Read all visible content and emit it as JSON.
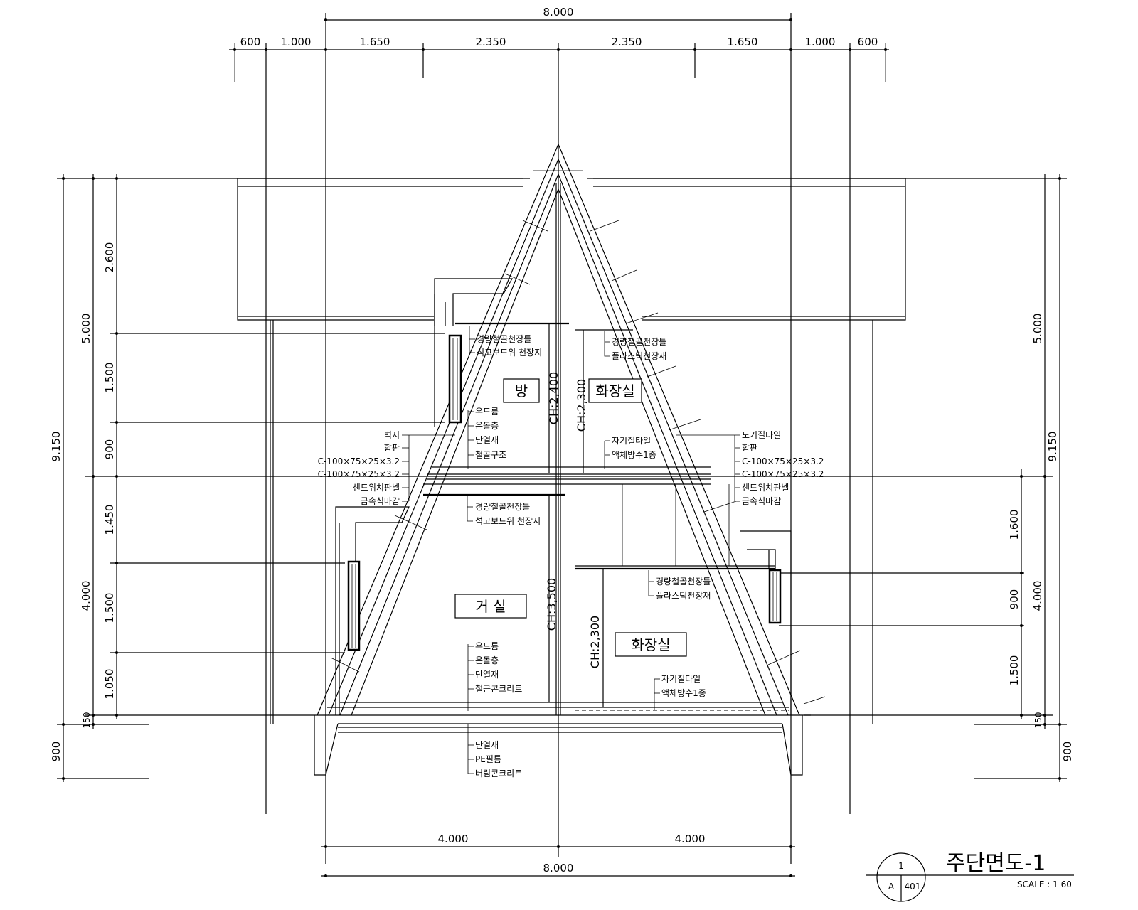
{
  "drawing": {
    "title": "주단면도-1",
    "scale": "SCALE : 1 60",
    "reference": {
      "number": "1",
      "sheet_prefix": "A",
      "sheet_number": "401"
    }
  },
  "dimensions": {
    "top_overall": "8.000",
    "top_segments": [
      "600",
      "1.000",
      "1.650",
      "2.350",
      "2.350",
      "1.650",
      "1.000",
      "600"
    ],
    "bottom_segments": [
      "4.000",
      "4.000"
    ],
    "bottom_overall": "8.000",
    "left_total": "9.150",
    "left_upper": "5.000",
    "left_lower": "4.000",
    "left_foundation": "900",
    "left_detail": [
      "2.600",
      "1.500",
      "900",
      "1.450",
      "1.500",
      "1.050",
      "150"
    ],
    "right_total": "9.150",
    "right_upper": "5.000",
    "right_lower": "4.000",
    "right_foundation": "900",
    "right_detail": [
      "1.600",
      "900",
      "1.500",
      "150"
    ]
  },
  "rooms": {
    "bedroom": "방",
    "bathroom_upper": "화장실",
    "living": "거  실",
    "bathroom_lower": "화장실"
  },
  "ceiling_heights": {
    "bedroom": "CH:2,400",
    "bathroom_upper": "CH:2,300",
    "living": "CH:3,500",
    "bathroom_lower": "CH:2,300"
  },
  "annotations": {
    "bedroom_ceiling": [
      "경량철골천장틀",
      "석고보드위 천장지"
    ],
    "bath_upper_ceiling": [
      "경량철골천장틀",
      "플라스틱천장재"
    ],
    "bedroom_floor": [
      "우드륨",
      "온돌층",
      "단열재",
      "철골구조"
    ],
    "bath_upper_floor": [
      "자기질타일",
      "액체방수1종"
    ],
    "left_wall": [
      "벽지",
      "합판",
      "C-100×75×25×3.2",
      "C-100×75×25×3.2",
      "샌드위치판넬",
      "금속식마감"
    ],
    "right_wall": [
      "도기질타일",
      "합판",
      "C-100×75×25×3.2",
      "C-100×75×25×3.2",
      "샌드위치판넬",
      "금속식마감"
    ],
    "living_ceiling": [
      "경량철골천장틀",
      "석고보드위 천장지"
    ],
    "bath_lower_ceiling": [
      "경량철골천장틀",
      "플라스틱천장재"
    ],
    "living_floor": [
      "우드륨",
      "온돌층",
      "단열재",
      "철근콘크리트"
    ],
    "bath_lower_floor": [
      "자기질타일",
      "액체방수1종"
    ],
    "foundation": [
      "단열재",
      "PE필름",
      "버림콘크리트"
    ]
  }
}
